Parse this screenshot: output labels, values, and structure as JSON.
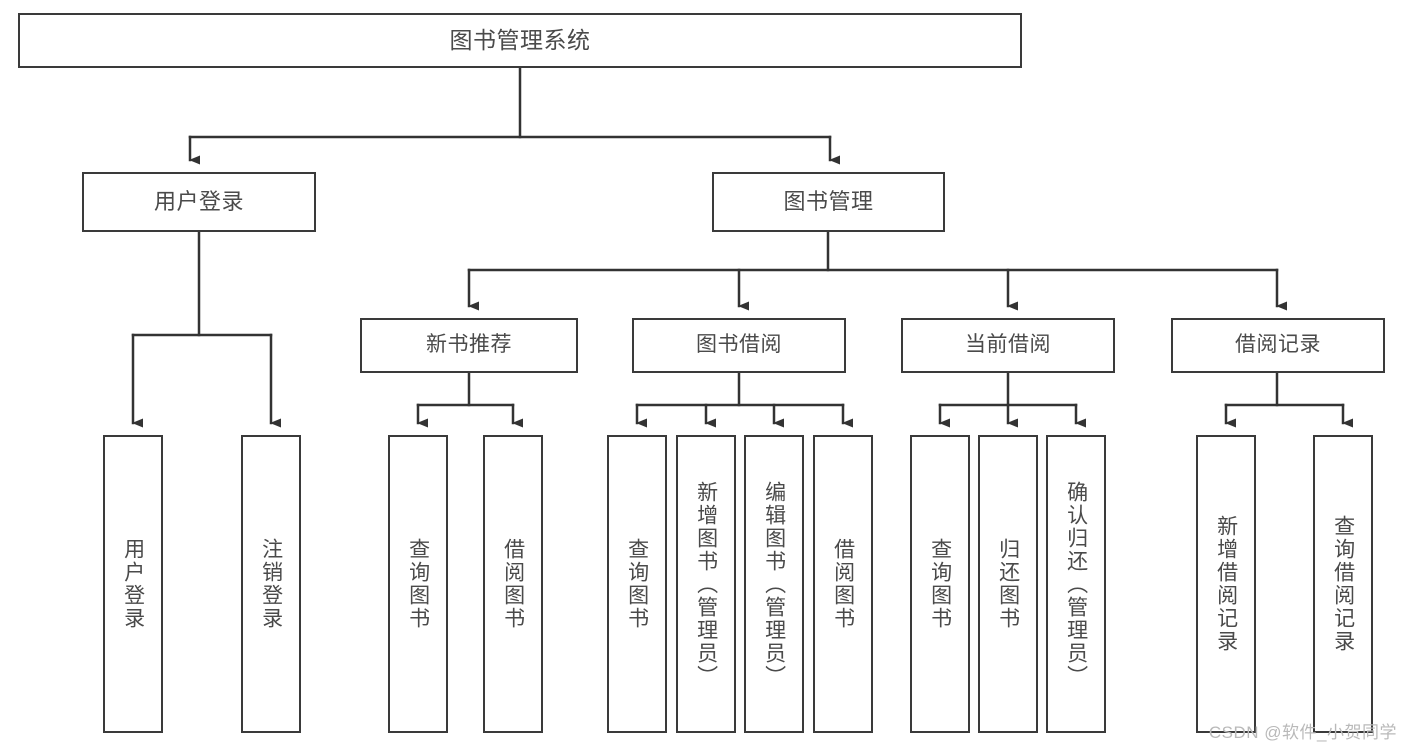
{
  "diagram": {
    "title": "图书管理系统",
    "type": "tree-hierarchy",
    "colors": {
      "box_border": "#3a3a3a",
      "box_fill": "#ffffff",
      "text": "#4a4a4a",
      "edge": "#333333",
      "watermark": "#b9b9b9",
      "background": "#ffffff"
    },
    "root": {
      "label": "图书管理系统"
    },
    "level2": [
      {
        "label": "用户登录"
      },
      {
        "label": "图书管理"
      }
    ],
    "level3": [
      {
        "label": "新书推荐"
      },
      {
        "label": "图书借阅"
      },
      {
        "label": "当前借阅"
      },
      {
        "label": "借阅记录"
      }
    ],
    "leaves": {
      "user_login": [
        {
          "label": "用户登录"
        },
        {
          "label": "注销登录"
        }
      ],
      "new_book": [
        {
          "label": "查询图书"
        },
        {
          "label": "借阅图书"
        }
      ],
      "borrow_book": [
        {
          "label": "查询图书"
        },
        {
          "label": "新增图书（管理员）"
        },
        {
          "label": "编辑图书（管理员）"
        },
        {
          "label": "借阅图书"
        }
      ],
      "current_borrow": [
        {
          "label": "查询图书"
        },
        {
          "label": "归还图书"
        },
        {
          "label": "确认归还（管理员）"
        }
      ],
      "borrow_record": [
        {
          "label": "新增借阅记录"
        },
        {
          "label": "查询借阅记录"
        }
      ]
    },
    "watermark": "CSDN @软件_小贺同学"
  }
}
